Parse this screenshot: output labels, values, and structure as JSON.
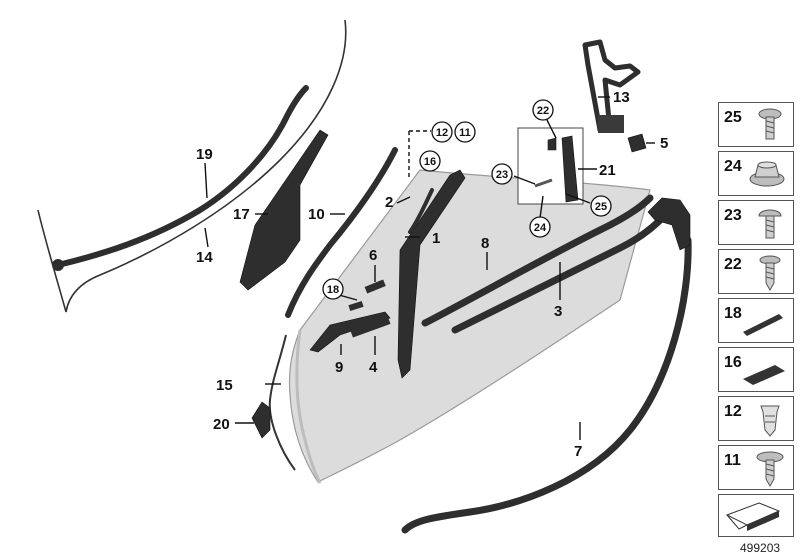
{
  "diagram": {
    "callouts": {
      "c1": "1",
      "c2": "2",
      "c3": "3",
      "c4": "4",
      "c5": "5",
      "c6": "6",
      "c7": "7",
      "c8": "8",
      "c9": "9",
      "c10": "10",
      "c11": "11",
      "c12": "12",
      "c13": "13",
      "c14": "14",
      "c15": "15",
      "c16": "16",
      "c17": "17",
      "c18": "18",
      "c19": "19",
      "c20": "20",
      "c21": "21",
      "c22": "22",
      "c23": "23",
      "c24": "24",
      "c25": "25"
    }
  },
  "legend": {
    "items": [
      {
        "number": "25",
        "icon": "flat-head-screw-icon"
      },
      {
        "number": "24",
        "icon": "hex-collar-nut-icon"
      },
      {
        "number": "23",
        "icon": "pan-head-screw-icon"
      },
      {
        "number": "22",
        "icon": "self-tapping-screw-icon"
      },
      {
        "number": "18",
        "icon": "adhesive-pad-icon"
      },
      {
        "number": "16",
        "icon": "adhesive-pad-icon"
      },
      {
        "number": "12",
        "icon": "expanding-clip-icon"
      },
      {
        "number": "11",
        "icon": "washer-head-screw-icon"
      }
    ],
    "reference_icon": "arrow-reference-icon"
  },
  "footer": {
    "diagram_id": "499203"
  },
  "colors": {
    "part": "#2e2e2e",
    "panel": "#dcdcdc",
    "panel_edge": "#9a9a9a",
    "border": "#555555"
  }
}
